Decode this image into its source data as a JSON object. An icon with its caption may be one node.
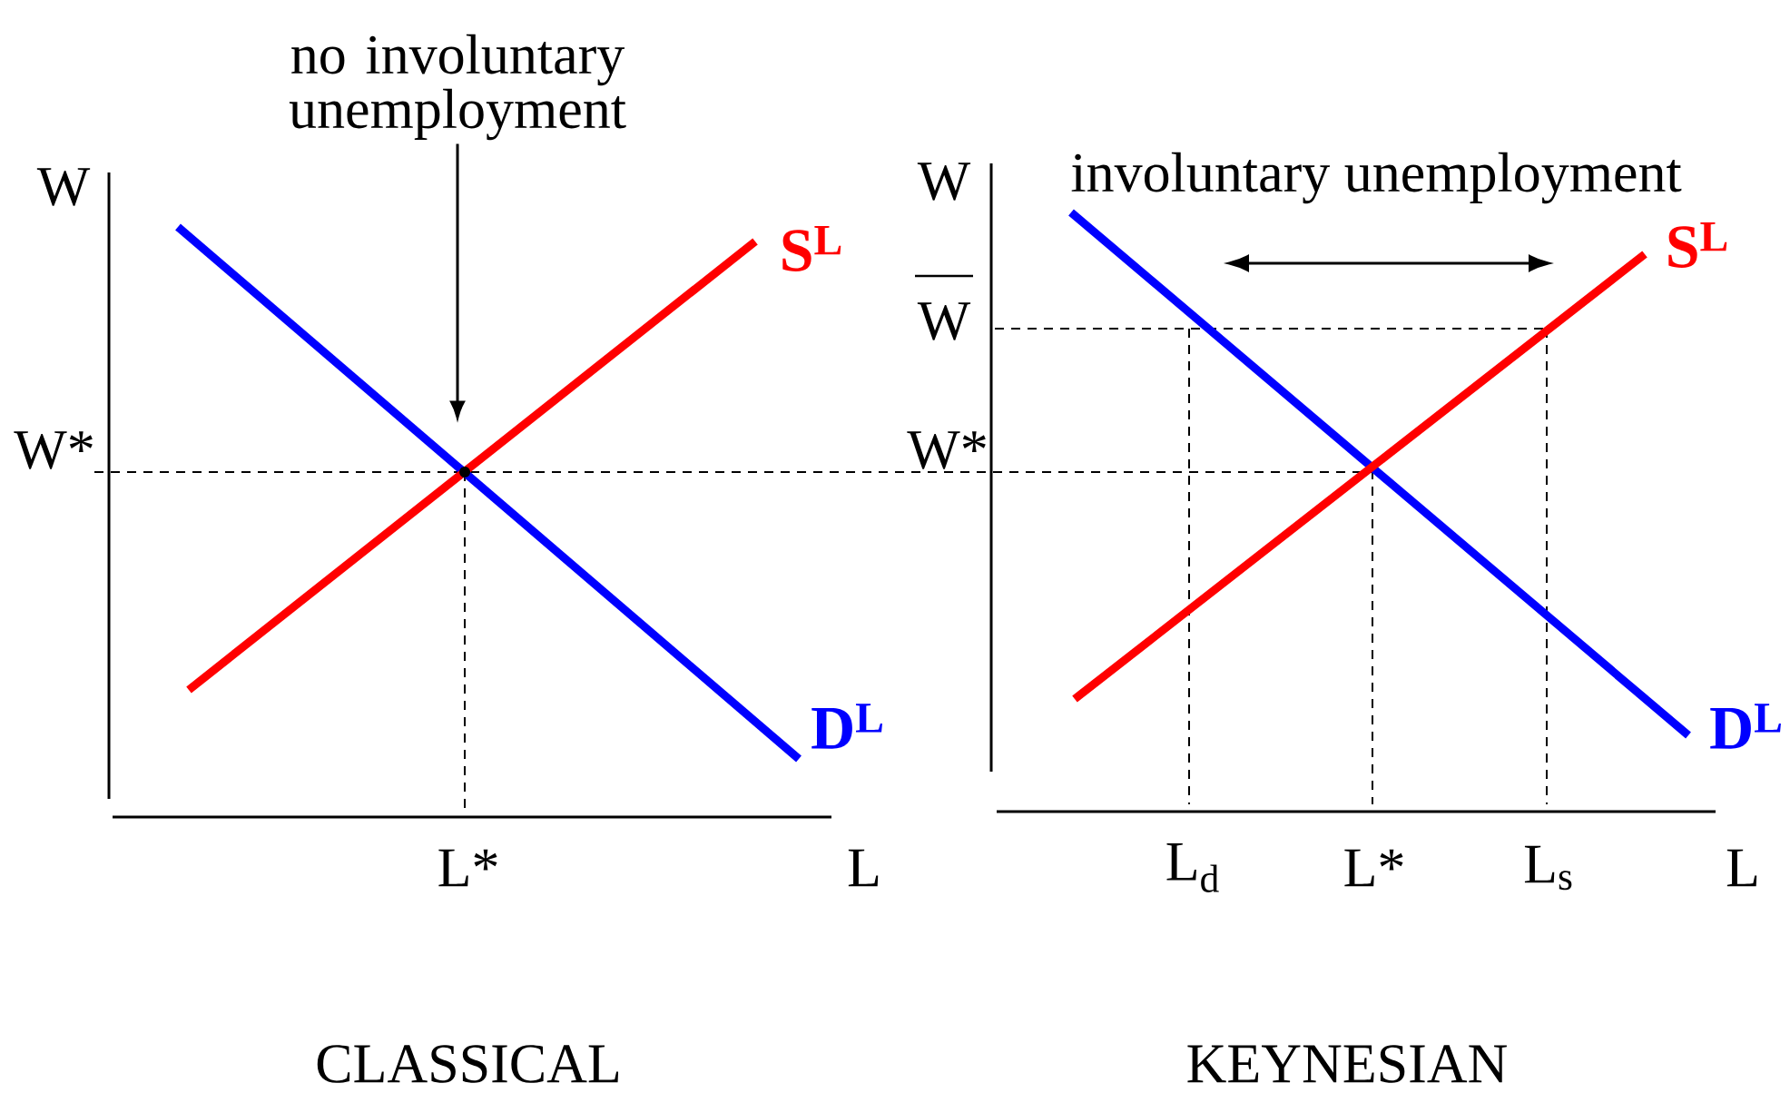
{
  "diagram": {
    "nodes": [
      {
        "text": [
          "no involuntary unemployment"
        ]
      },
      {
        "text": [],
        "shape": "point"
      }
    ],
    "edges": [
      {
        "from": 0,
        "to": 1,
        "arrow": "to"
      }
    ],
    "labels": [
      "W",
      "W",
      "involuntary unemployment",
      "S$^{L}$",
      "S$^{L}$",
      "W",
      "W*",
      "W*",
      "D$^{L}$",
      "D$^{L}$",
      "L*",
      "L",
      "L$_{d}$",
      "L*",
      "L$_{s}$",
      "L",
      "CLASSICAL",
      "KEYNESIAN"
    ]
  }
}
